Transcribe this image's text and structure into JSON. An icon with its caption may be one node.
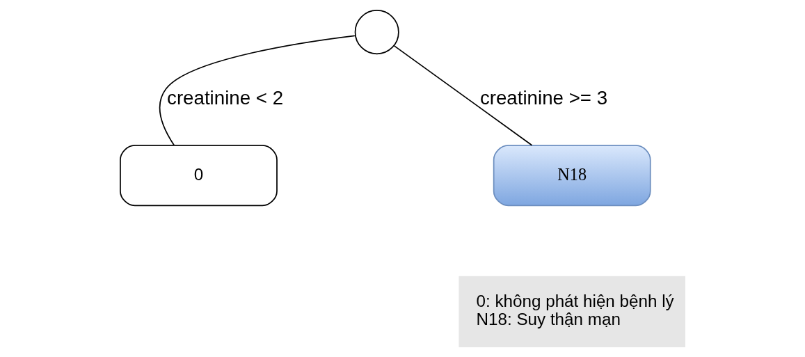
{
  "diagram": {
    "nodes": [
      {
        "text": [],
        "shape": "circle"
      },
      {
        "text": [
          "0"
        ]
      },
      {
        "text": [
          "N18"
        ]
      },
      {
        "text": [
          "0: không phát hiện bệnh lý",
          "N18: Suy thận mạn"
        ]
      }
    ],
    "edges": [
      {
        "from": 0,
        "to": 1,
        "arrow": "none",
        "label": "creatinine < 2"
      },
      {
        "from": 0,
        "to": 2,
        "arrow": "none",
        "label": "creatinine >= 3"
      }
    ]
  }
}
